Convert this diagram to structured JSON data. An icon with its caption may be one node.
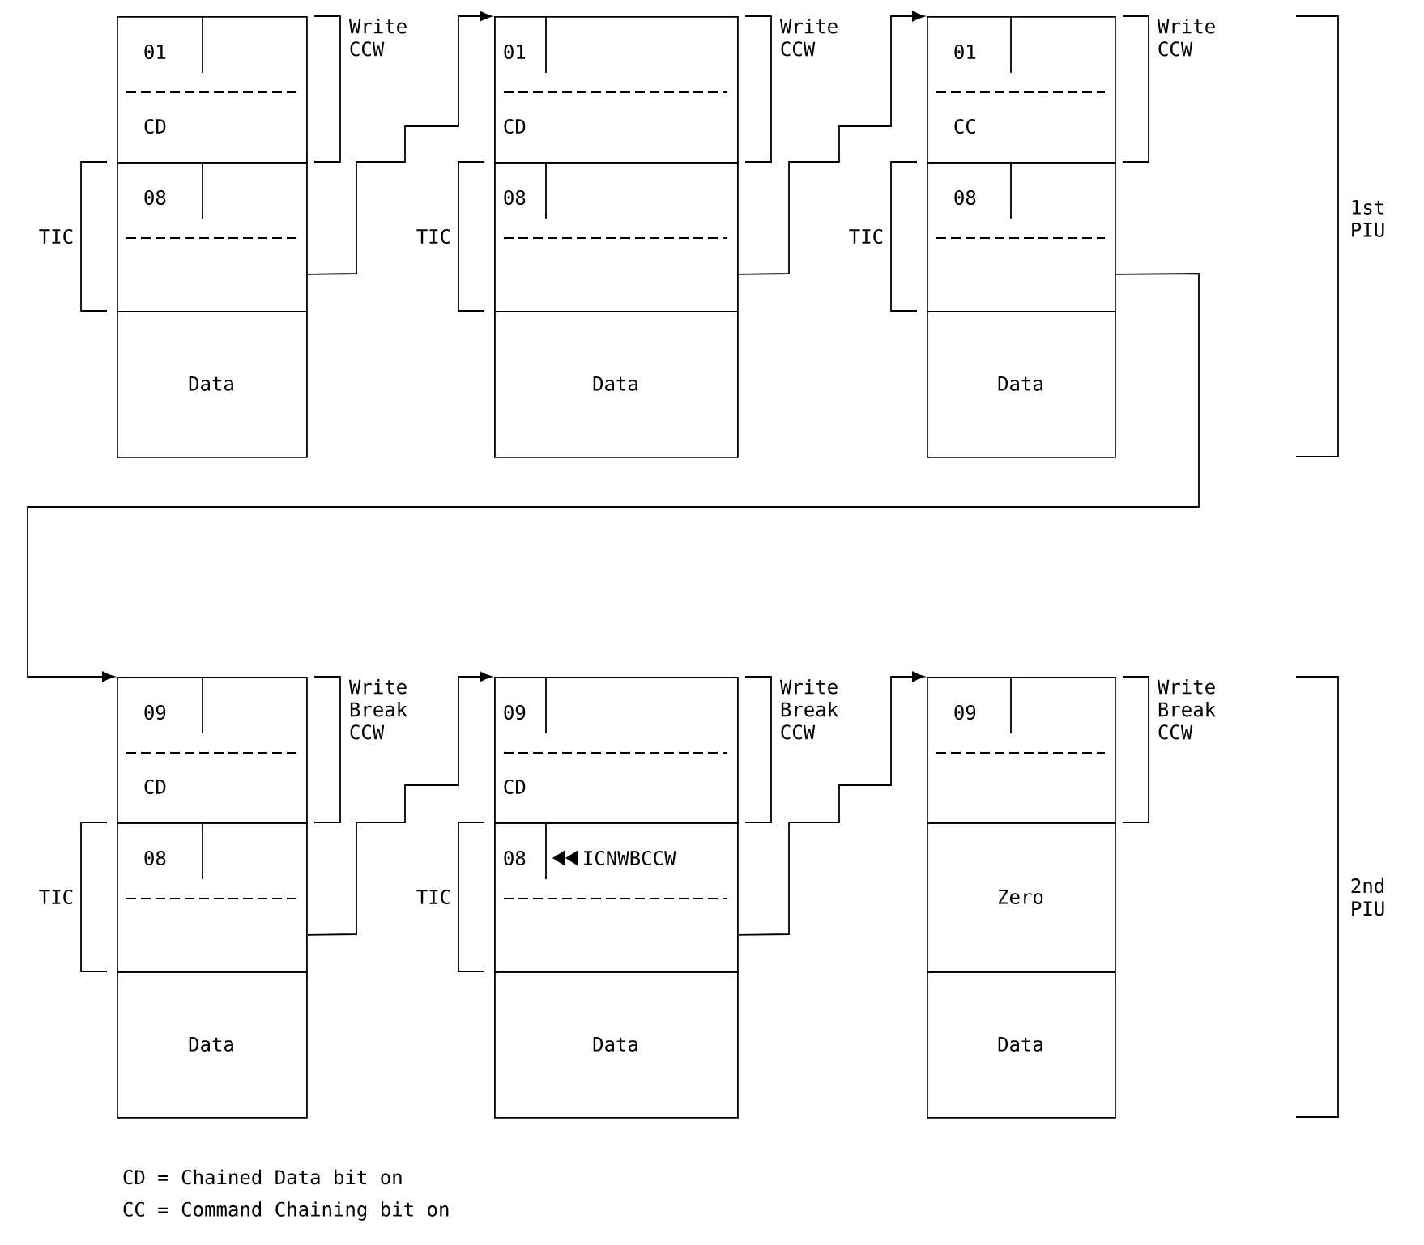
{
  "diagram": {
    "nodes": [
      {
        "text": [
          "01",
          "CD"
        ],
        "beside": [
          "Write CCW"
        ]
      },
      {
        "text": [
          "08"
        ],
        "beside": [
          "TIC"
        ]
      },
      {
        "text": [
          "Data"
        ]
      },
      {
        "text": [
          "01",
          "CD"
        ],
        "beside": [
          "Write CCW"
        ]
      },
      {
        "text": [
          "08"
        ],
        "beside": [
          "TIC"
        ]
      },
      {
        "text": [
          "Data"
        ]
      },
      {
        "text": [
          "01",
          "CC"
        ],
        "beside": [
          "Write CCW"
        ]
      },
      {
        "text": [
          "08"
        ],
        "beside": [
          "TIC"
        ]
      },
      {
        "text": [
          "Data"
        ]
      },
      {
        "text": [
          "09",
          "CD"
        ],
        "beside": [
          "Write Break CCW"
        ]
      },
      {
        "text": [
          "08"
        ],
        "beside": [
          "TIC"
        ]
      },
      {
        "text": [
          "Data"
        ]
      },
      {
        "text": [
          "09",
          "CD"
        ],
        "beside": [
          "Write Break CCW"
        ]
      },
      {
        "text": [
          "08",
          "ICNWBCCW"
        ],
        "beside": [
          "TIC"
        ]
      },
      {
        "text": [
          "Data"
        ]
      },
      {
        "text": [
          "09"
        ],
        "beside": [
          "Write Break CCW"
        ]
      },
      {
        "text": [
          "Zero"
        ]
      },
      {
        "text": [
          "Data"
        ]
      }
    ],
    "edges": [
      {
        "from": 1,
        "to": 3,
        "arrow": "to"
      },
      {
        "from": 4,
        "to": 6,
        "arrow": "to"
      },
      {
        "from": 7,
        "to": 9,
        "arrow": "to"
      },
      {
        "from": 10,
        "to": 12,
        "arrow": "to"
      },
      {
        "from": 13,
        "to": 15,
        "arrow": "to"
      }
    ],
    "labels": [
      "1st PIU",
      "2nd PIU",
      "CD = Chained Data bit on",
      "CC = Command Chaining bit on"
    ]
  }
}
